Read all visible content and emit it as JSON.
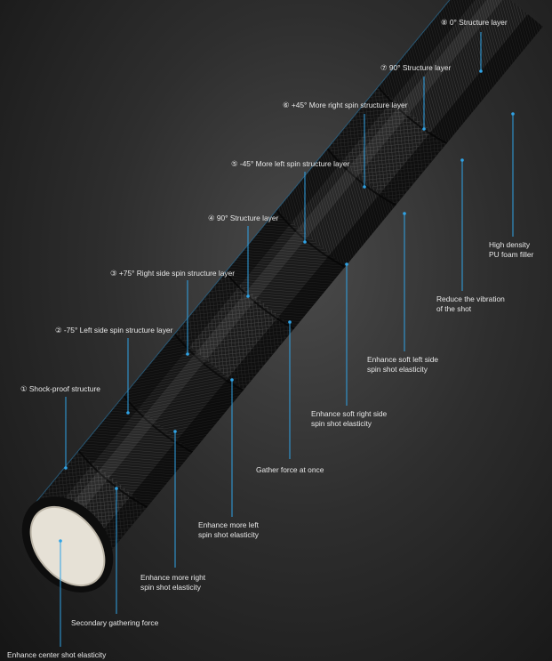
{
  "layers": [
    {
      "id": "l1",
      "text": "① Shock-proof structure"
    },
    {
      "id": "l2",
      "text": "② -75° Left side spin structure layer"
    },
    {
      "id": "l3",
      "text": "③ +75° Right side spin structure layer"
    },
    {
      "id": "l4",
      "text": "④ 90° Structure layer"
    },
    {
      "id": "l5",
      "text": "⑤ -45° More left spin structure layer"
    },
    {
      "id": "l6",
      "text": "⑥ +45° More right spin structure layer"
    },
    {
      "id": "l7",
      "text": "⑦ 90° Structure layer"
    },
    {
      "id": "l8",
      "text": "⑧ 0° Structure layer"
    }
  ],
  "functions": [
    {
      "id": "f_center",
      "lines": [
        "Enhance center shot elasticity"
      ]
    },
    {
      "id": "f_secondary",
      "lines": [
        "Secondary gathering force"
      ]
    },
    {
      "id": "f_more_right",
      "lines": [
        "Enhance more right",
        "spin shot elasticity"
      ]
    },
    {
      "id": "f_more_left",
      "lines": [
        "Enhance more left",
        "spin shot elasticity"
      ]
    },
    {
      "id": "f_gather",
      "lines": [
        "Gather force at once"
      ]
    },
    {
      "id": "f_soft_right",
      "lines": [
        "Enhance soft right side",
        "spin shot elasticity"
      ]
    },
    {
      "id": "f_soft_left",
      "lines": [
        "Enhance soft left side",
        "spin shot elasticity"
      ]
    },
    {
      "id": "f_vibration",
      "lines": [
        "Reduce the vibration",
        "of the shot"
      ]
    },
    {
      "id": "f_foam",
      "lines": [
        "High density",
        "PU foam filler"
      ]
    }
  ],
  "colors": {
    "leader": "#2fa3e6",
    "text": "#e8e8e8",
    "core": "#e6e1d6"
  }
}
